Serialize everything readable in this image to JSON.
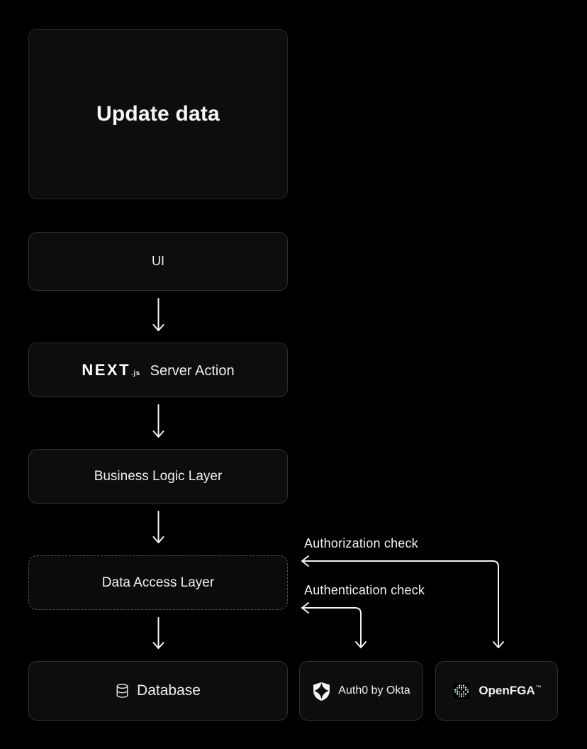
{
  "colors": {
    "background": "#000000",
    "box_fill": "#0d0d0d",
    "box_border": "#303030",
    "arrow": "#f2f2f2",
    "text": "#f2f2f2",
    "teal_accent": "#3ee0b4"
  },
  "flow": {
    "title": "Update data",
    "ui_label": "UI",
    "server_action": {
      "brand": "NEXT",
      "brand_suffix": ".js",
      "label": "Server Action"
    },
    "business_logic_label": "Business Logic Layer",
    "data_access_label": "Data Access Layer",
    "database_label": "Database"
  },
  "services": {
    "auth0_label": "Auth0 by Okta",
    "openfga_label": "OpenFGA",
    "openfga_trademark": "™"
  },
  "annotations": {
    "authorization": "Authorization check",
    "authentication": "Authentication check"
  }
}
